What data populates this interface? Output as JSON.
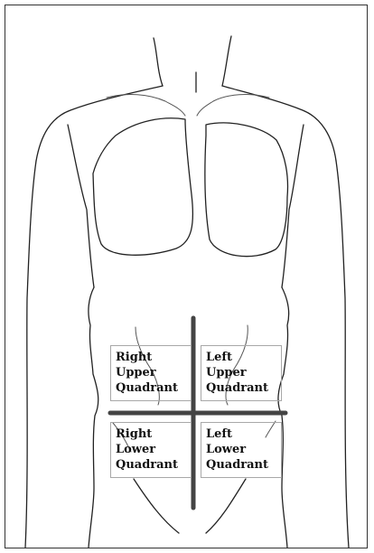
{
  "quadrants": {
    "right_upper": {
      "line1": "Right",
      "line2": "Upper",
      "line3": "Quadrant"
    },
    "left_upper": {
      "line1": "Left",
      "line2": "Upper",
      "line3": "Quadrant"
    },
    "right_lower": {
      "line1": "Right",
      "line2": "Lower",
      "line3": "Quadrant"
    },
    "left_lower": {
      "line1": "Left",
      "line2": "Lower",
      "line3": "Quadrant"
    }
  },
  "colors": {
    "outline": "#222222",
    "divider": "#444444",
    "label_border": "#a8a8a8"
  }
}
